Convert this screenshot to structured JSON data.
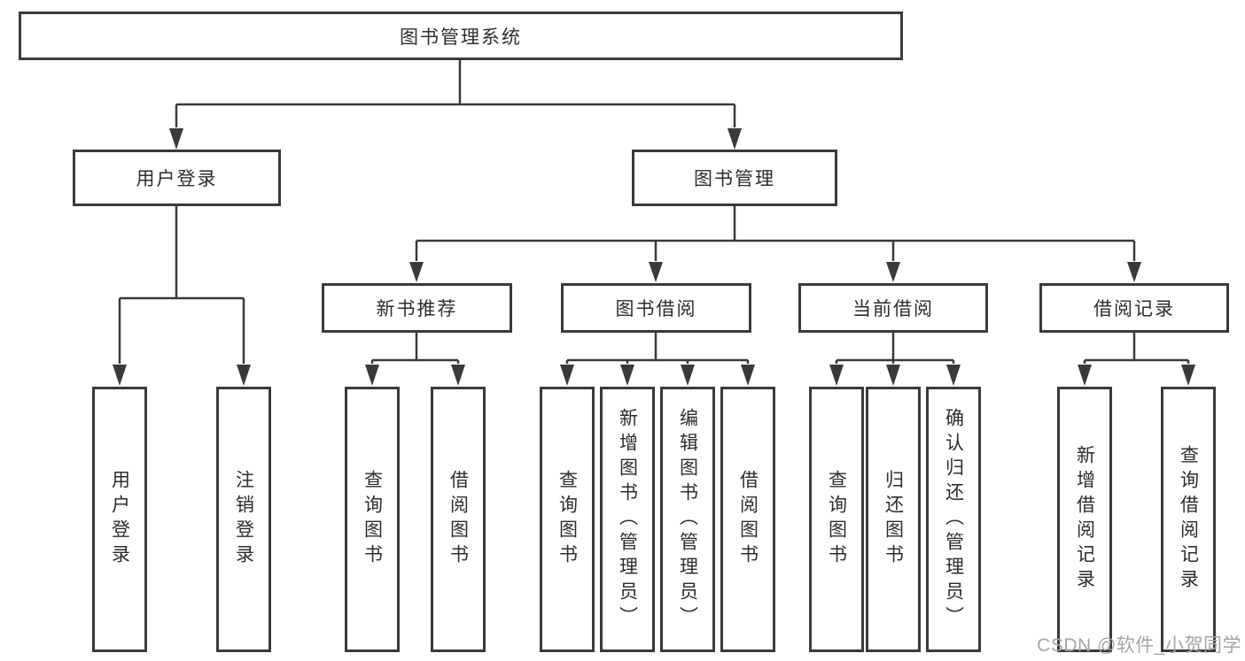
{
  "diagram": {
    "title_node": {
      "label": "图书管理系统"
    },
    "level2": [
      {
        "label": "用户登录",
        "parent": "图书管理系统"
      },
      {
        "label": "图书管理",
        "parent": "图书管理系统"
      }
    ],
    "level3": [
      {
        "label": "新书推荐",
        "parent": "图书管理"
      },
      {
        "label": "图书借阅",
        "parent": "图书管理"
      },
      {
        "label": "当前借阅",
        "parent": "图书管理"
      },
      {
        "label": "借阅记录",
        "parent": "图书管理"
      }
    ],
    "leaves": [
      {
        "label": "用户登录",
        "parent": "用户登录"
      },
      {
        "label": "注销登录",
        "parent": "用户登录"
      },
      {
        "label": "查询图书",
        "parent": "新书推荐"
      },
      {
        "label": "借阅图书",
        "parent": "新书推荐"
      },
      {
        "label": "查询图书",
        "parent": "图书借阅"
      },
      {
        "label": "新增图书（管理员）",
        "parent": "图书借阅"
      },
      {
        "label": "编辑图书（管理员）",
        "parent": "图书借阅"
      },
      {
        "label": "借阅图书",
        "parent": "图书借阅"
      },
      {
        "label": "查询图书",
        "parent": "当前借阅"
      },
      {
        "label": "归还图书",
        "parent": "当前借阅"
      },
      {
        "label": "确认归还（管理员）",
        "parent": "当前借阅"
      },
      {
        "label": "新增借阅记录",
        "parent": "借阅记录"
      },
      {
        "label": "查询借阅记录",
        "parent": "借阅记录"
      }
    ]
  },
  "watermark": {
    "text": "CSDN @软件_小贺同学",
    "color": "#a5a5aa"
  },
  "colors": {
    "line": "#3a3a3a",
    "box_border": "#3a3a3a",
    "text": "#2d2d2d",
    "background": "#ffffff"
  }
}
